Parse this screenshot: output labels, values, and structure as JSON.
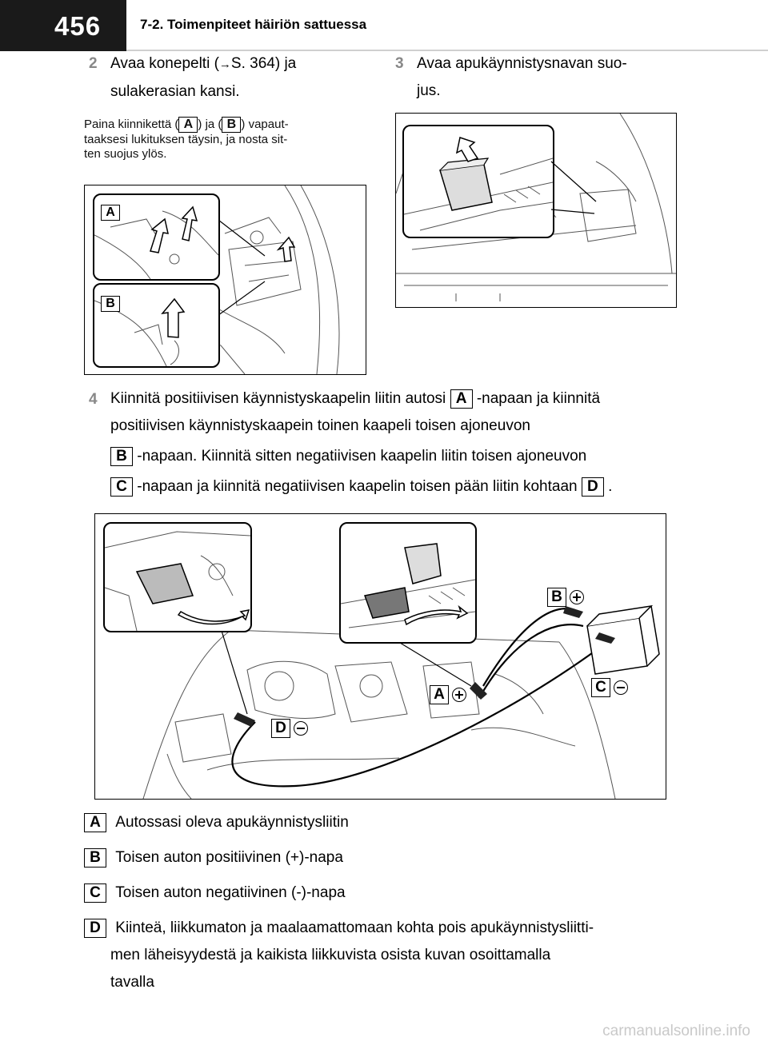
{
  "header": {
    "page_number": "456",
    "section_title": "7-2. Toimenpiteet häiriön sattuessa"
  },
  "step2": {
    "number": "2",
    "text_line1": "Avaa konepelti (",
    "arrow": "→",
    "text_line1_ref": "S. 364) ja",
    "text_line2": "sulakerasian kansi.",
    "note_part1": "Paina kiinnikettä (",
    "note_a": "A",
    "note_part2": ") ja (",
    "note_b": "B",
    "note_part3": ") vapaut-",
    "note_line2": "taaksesi lukituksen täysin, ja nosta sit-",
    "note_line3": "ten suojus ylös."
  },
  "step3": {
    "number": "3",
    "text_line1": "Avaa apukäynnistysnavan suo-",
    "text_line2": "jus."
  },
  "step4": {
    "number": "4",
    "line1_part1": "Kiinnitä positiivisen käynnistyskaapelin liitin autosi",
    "line1_box": "A",
    "line1_part2": "-napaan ja kiinnitä",
    "line2": "positiivisen käynnistyskaapein toinen kaapeli toisen ajoneuvon",
    "line3_box": "B",
    "line3_text": "-napaan. Kiinnitä sitten negatiivisen kaapelin liitin toisen ajoneuvon",
    "line4_box": "C",
    "line4_text": "-napaan ja kiinnitä negatiivisen kaapelin toisen pään liitin kohtaan",
    "line4_box2": "D",
    "line4_end": "."
  },
  "figure1": {
    "label_a": "A",
    "label_b": "B"
  },
  "figure3": {
    "label_a": "A",
    "label_b": "B",
    "label_c": "C",
    "label_d": "D"
  },
  "legend": [
    {
      "label": "A",
      "text": "Autossasi oleva apukäynnistysliitin"
    },
    {
      "label": "B",
      "text": "Toisen auton positiivinen (+)-napa"
    },
    {
      "label": "C",
      "text": "Toisen auton negatiivinen (-)-napa"
    },
    {
      "label": "D",
      "text_line1": "Kiinteä, liikkumaton ja maalaamattomaan kohta pois apukäynnistysliitti-",
      "text_line2": "men läheisyydestä ja kaikista liikkuvista osista kuvan osoittamalla",
      "text_line3": "tavalla"
    }
  ],
  "footer": {
    "watermark": "carmanualsonline.info"
  }
}
